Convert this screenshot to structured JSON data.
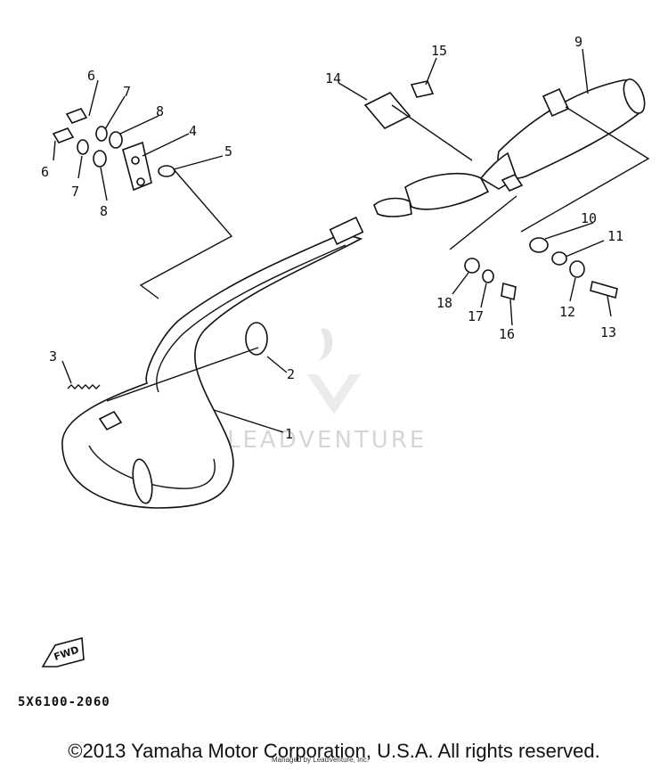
{
  "diagram": {
    "callouts": [
      "1",
      "2",
      "3",
      "4",
      "5",
      "6",
      "6",
      "7",
      "7",
      "8",
      "8",
      "9",
      "10",
      "11",
      "12",
      "13",
      "14",
      "15",
      "16",
      "17",
      "18"
    ],
    "watermark_text": "LEADVENTURE",
    "fwd_label": "FWD",
    "part_code": "5X6100-2060"
  },
  "footer": {
    "copyright": "©2013 Yamaha Motor Corporation, U.S.A. All rights reserved.",
    "credit": "Managed by LeadVenture, Inc."
  }
}
